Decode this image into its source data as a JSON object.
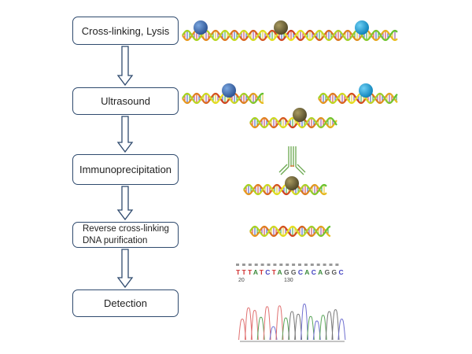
{
  "steps": [
    {
      "label": "Cross-linking, Lysis"
    },
    {
      "label": "Ultrasound"
    },
    {
      "label": "Immunoprecipitation"
    },
    {
      "label_line1": "Reverse cross-linking",
      "label_line2": "DNA purification"
    },
    {
      "label": "Detection"
    }
  ],
  "sequence": {
    "bases": [
      "T",
      "T",
      "T",
      "A",
      "T",
      "C",
      "T",
      "A",
      "G",
      "G",
      "C",
      "A",
      "C",
      "A",
      "G",
      "G",
      "C"
    ],
    "positions": [
      "20",
      "130"
    ],
    "base_colors": {
      "A": "#3a8a3a",
      "C": "#4040c0",
      "G": "#555555",
      "T": "#d03030"
    }
  },
  "proteins": {
    "blue": "#3a6db0",
    "olive": "#6b6138",
    "cyan": "#1a9fd4"
  },
  "colors": {
    "box_border": "#2f4a6e",
    "arrow": "#2f4a6e",
    "antibody": "#6aa84f"
  }
}
